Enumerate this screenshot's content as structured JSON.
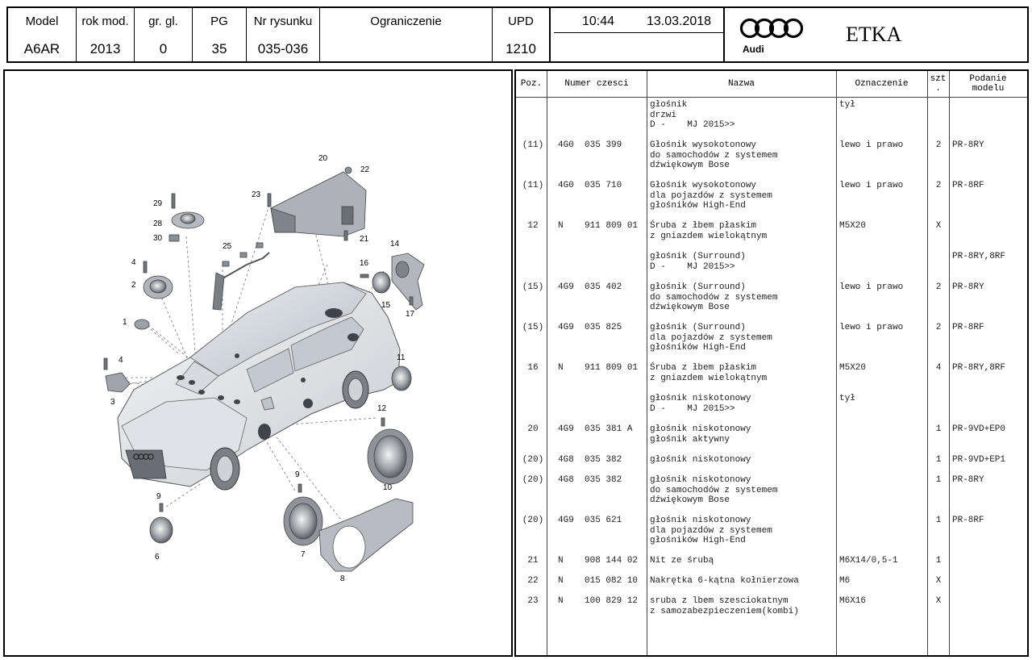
{
  "header": {
    "model": {
      "label": "Model",
      "value": "A6AR"
    },
    "rok": {
      "label": "rok mod.",
      "value": "2013"
    },
    "gr": {
      "label": "gr. gl.",
      "value": "0"
    },
    "pg": {
      "label": "PG",
      "value": "35"
    },
    "nr": {
      "label": "Nr rysunku",
      "value": "035-036"
    },
    "ograniczenie": {
      "label": "Ograniczenie",
      "value": ""
    },
    "upd": {
      "label": "UPD",
      "value": "1210"
    },
    "time": "10:44",
    "date": "13.03.2018",
    "brand": "Audi",
    "app": "ETKA"
  },
  "diagram": {
    "callouts": [
      "1",
      "2",
      "3",
      "4",
      "4",
      "6",
      "7",
      "8",
      "9",
      "9",
      "10",
      "11",
      "12",
      "14",
      "15",
      "16",
      "17",
      "20",
      "21",
      "22",
      "23",
      "25",
      "28",
      "29",
      "30"
    ]
  },
  "table": {
    "headers": {
      "poz": "Poz.",
      "numer": "Numer czesci",
      "nazwa": "Nazwa",
      "oznaczenie": "Oznaczenie",
      "szt": "szt\n.",
      "podanie": "Podanie\nmodelu"
    },
    "rows": [
      {
        "poz": "",
        "nr": "",
        "nazwa": "głośnik\ndrzwi\nD -    MJ 2015>>",
        "oz": "tył",
        "szt": "",
        "pod": ""
      },
      {
        "poz": "(11)",
        "nr": "4G0  035 399",
        "nazwa": "Głośnik wysokotonowy\ndo samochodów z systemem\ndźwiękowym Bose",
        "oz": "lewo i prawo",
        "szt": "2",
        "pod": "PR-8RY"
      },
      {
        "poz": "(11)",
        "nr": "4G0  035 710",
        "nazwa": "Głośnik wysokotonowy\ndla pojazdów z systemem\ngłośników High-End",
        "oz": "lewo i prawo",
        "szt": "2",
        "pod": "PR-8RF"
      },
      {
        "poz": "12",
        "nr": "N    911 809 01",
        "nazwa": "Śruba z łbem płaskim\nz gniazdem wielokątnym",
        "oz": "M5X20",
        "szt": "X",
        "pod": ""
      },
      {
        "poz": "",
        "nr": "",
        "nazwa": "głośnik (Surround)\nD -    MJ 2015>>",
        "oz": "",
        "szt": "",
        "pod": "PR-8RY,8RF"
      },
      {
        "poz": "(15)",
        "nr": "4G9  035 402",
        "nazwa": "głośnik (Surround)\ndo samochodów z systemem\ndźwiękowym Bose",
        "oz": "lewo i prawo",
        "szt": "2",
        "pod": "PR-8RY"
      },
      {
        "poz": "(15)",
        "nr": "4G9  035 825",
        "nazwa": "głośnik (Surround)\ndla pojazdów z systemem\ngłośników High-End",
        "oz": "lewo i prawo",
        "szt": "2",
        "pod": "PR-8RF"
      },
      {
        "poz": "16",
        "nr": "N    911 809 01",
        "nazwa": "Śruba z łbem płaskim\nz gniazdem wielokątnym",
        "oz": "M5X20",
        "szt": "4",
        "pod": "PR-8RY,8RF"
      },
      {
        "poz": "",
        "nr": "",
        "nazwa": "głośnik niskotonowy\nD -    MJ 2015>>",
        "oz": "tył",
        "szt": "",
        "pod": ""
      },
      {
        "poz": "20",
        "nr": "4G9  035 381 A",
        "nazwa": "głośnik niskotonowy\ngłośnik aktywny",
        "oz": "",
        "szt": "1",
        "pod": "PR-9VD+EP0"
      },
      {
        "poz": "(20)",
        "nr": "4G8  035 382",
        "nazwa": "głośnik niskotonowy",
        "oz": "",
        "szt": "1",
        "pod": "PR-9VD+EP1"
      },
      {
        "poz": "(20)",
        "nr": "4G8  035 382",
        "nazwa": "głośnik niskotonowy\ndo samochodów z systemem\ndźwiękowym Bose",
        "oz": "",
        "szt": "1",
        "pod": "PR-8RY"
      },
      {
        "poz": "(20)",
        "nr": "4G9  035 621",
        "nazwa": "głośnik niskotonowy\ndla pojazdów z systemem\ngłośników High-End",
        "oz": "",
        "szt": "1",
        "pod": "PR-8RF"
      },
      {
        "poz": "21",
        "nr": "N    908 144 02",
        "nazwa": "Nit ze śrubą",
        "oz": "M6X14/0,5-1",
        "szt": "1",
        "pod": ""
      },
      {
        "poz": "22",
        "nr": "N    015 082 10",
        "nazwa": "Nakrętka 6-kątna kołnierzowa",
        "oz": "M6",
        "szt": "X",
        "pod": ""
      },
      {
        "poz": "23",
        "nr": "N    100 829 12",
        "nazwa": "sruba z lbem szesciokatnym\nz samozabezpieczeniem(kombi)",
        "oz": "M6X16",
        "szt": "X",
        "pod": ""
      }
    ]
  }
}
